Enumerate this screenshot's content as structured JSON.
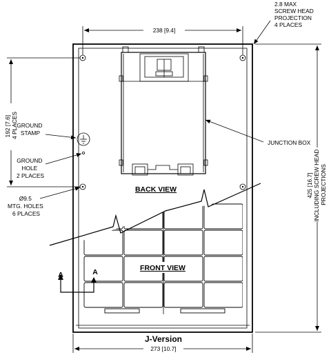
{
  "dimensions": {
    "top_width": "238 [9.4]",
    "bottom_width": "273 [10.7]",
    "left_height_lines": [
      "192 [7.6]",
      "4 PLACES"
    ],
    "right_height_lines": [
      "425 [16.7]",
      "INCLUDING SCREW HEAD",
      "PROJECTIONS"
    ]
  },
  "callouts": {
    "screw_head": [
      "2.8 MAX",
      "SCREW HEAD",
      "PROJECTION",
      "4 PLACES"
    ],
    "ground_stamp": [
      "GROUND",
      "STAMP"
    ],
    "ground_hole": [
      "GROUND",
      "HOLE",
      "2 PLACES"
    ],
    "mtg_holes": [
      "Ø9.5",
      "MTG. HOLES",
      "6 PLACES"
    ],
    "junction_box": "JUNCTION BOX"
  },
  "views": {
    "back": "BACK VIEW",
    "front": "FRONT VIEW",
    "section_marker": "A"
  },
  "title": "J-Version"
}
